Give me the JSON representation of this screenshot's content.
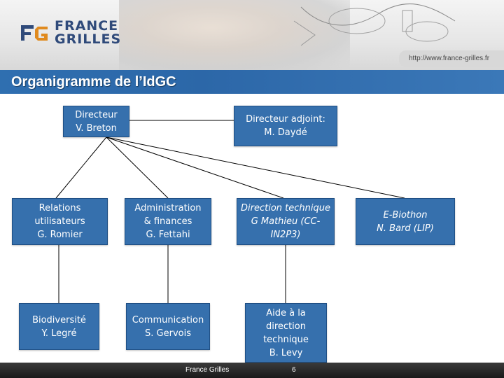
{
  "header": {
    "logo_line1": "FRANCE",
    "logo_line2": "GRILLES",
    "url": "http://www.france-grilles.fr"
  },
  "slide": {
    "title": "Organigramme de l’IdGC"
  },
  "org": {
    "director": {
      "l1": "Directeur",
      "l2": "V. Breton"
    },
    "deputy": {
      "l1": "Directeur adjoint:",
      "l2": "M. Daydé"
    },
    "relations": {
      "l1": "Relations",
      "l2": "utilisateurs",
      "l3": "G. Romier"
    },
    "admin": {
      "l1": "Administration",
      "l2": "& finances",
      "l3": "G. Fettahi"
    },
    "technique": {
      "l1": "Direction technique",
      "l2": "G Mathieu (CC-",
      "l3": "IN2P3)"
    },
    "ebiothon": {
      "l1": "E-Biothon",
      "l2": "N. Bard (LIP)"
    },
    "biodiversite": {
      "l1": "Biodiversité",
      "l2": "Y. Legré"
    },
    "communication": {
      "l1": "Communication",
      "l2": "S. Gervois"
    },
    "aide": {
      "l1": "Aide à la",
      "l2": "direction",
      "l3": "technique",
      "l4": "B. Levy"
    }
  },
  "footer": {
    "org_name": "France Grilles",
    "page_number": "6"
  },
  "colors": {
    "box_fill": "#3670ad",
    "title_band": "#2f6fb0",
    "connector": "#000000"
  }
}
